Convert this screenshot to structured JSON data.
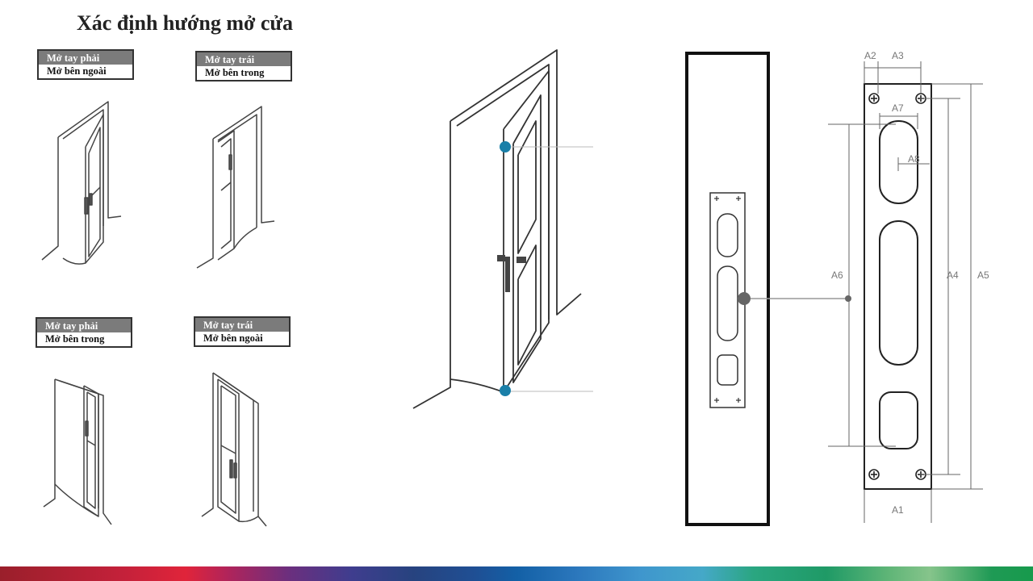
{
  "title": "Xác định hướng mở cửa",
  "door_labels": [
    {
      "line1": "Mở tay phải",
      "line2": "Mở bên ngoài"
    },
    {
      "line1": "Mở tay trái",
      "line2": "Mở bên trong"
    },
    {
      "line1": "Mở tay phải",
      "line2": "Mở bên trong"
    },
    {
      "line1": "Mở tay trái",
      "line2": "Mở bên ngoài"
    }
  ],
  "dimensions": {
    "a1": "A1",
    "a2": "A2",
    "a3": "A3",
    "a4": "A4",
    "a5": "A5",
    "a6": "A6",
    "a7": "A7",
    "a8": "A8"
  },
  "colors": {
    "hinge": "#1a7fa8",
    "line": "#333333"
  }
}
